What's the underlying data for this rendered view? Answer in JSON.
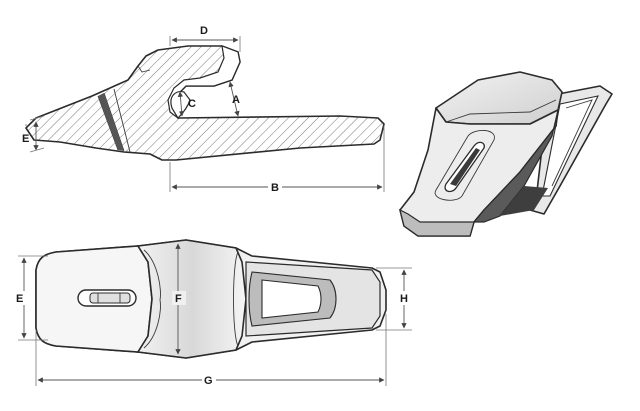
{
  "dimensions": {
    "A": "A",
    "B": "B",
    "C": "C",
    "D": "D",
    "E_side": "E",
    "E_top": "E",
    "F": "F",
    "G": "G",
    "H": "H"
  },
  "colors": {
    "line": "#2b2b2b",
    "shade_dark": "#4a4a4a",
    "shade_mid": "#9a9a9a",
    "shade_light": "#e6e6e6",
    "background": "#ffffff"
  }
}
